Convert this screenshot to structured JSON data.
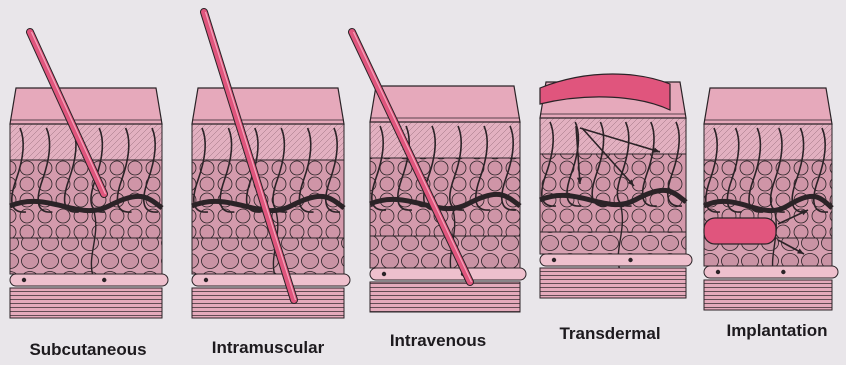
{
  "diagram": {
    "colors": {
      "background": "#e9e6ea",
      "skin_surface": "#e6a9bb",
      "tissue": "#d49aac",
      "vessel": "#2b2327",
      "delivery": "#e0557d",
      "outline": "#2b2327"
    },
    "routes": [
      {
        "label": "Subcutaneous",
        "method": "needle",
        "delivery_depth": "subcutaneous"
      },
      {
        "label": "Intramuscular",
        "method": "needle",
        "delivery_depth": "muscle"
      },
      {
        "label": "Intravenous",
        "method": "needle",
        "delivery_depth": "vein"
      },
      {
        "label": "Transdermal",
        "method": "patch",
        "delivery_depth": "skin-surface"
      },
      {
        "label": "Implantation",
        "method": "implant",
        "delivery_depth": "subcutaneous"
      }
    ]
  }
}
